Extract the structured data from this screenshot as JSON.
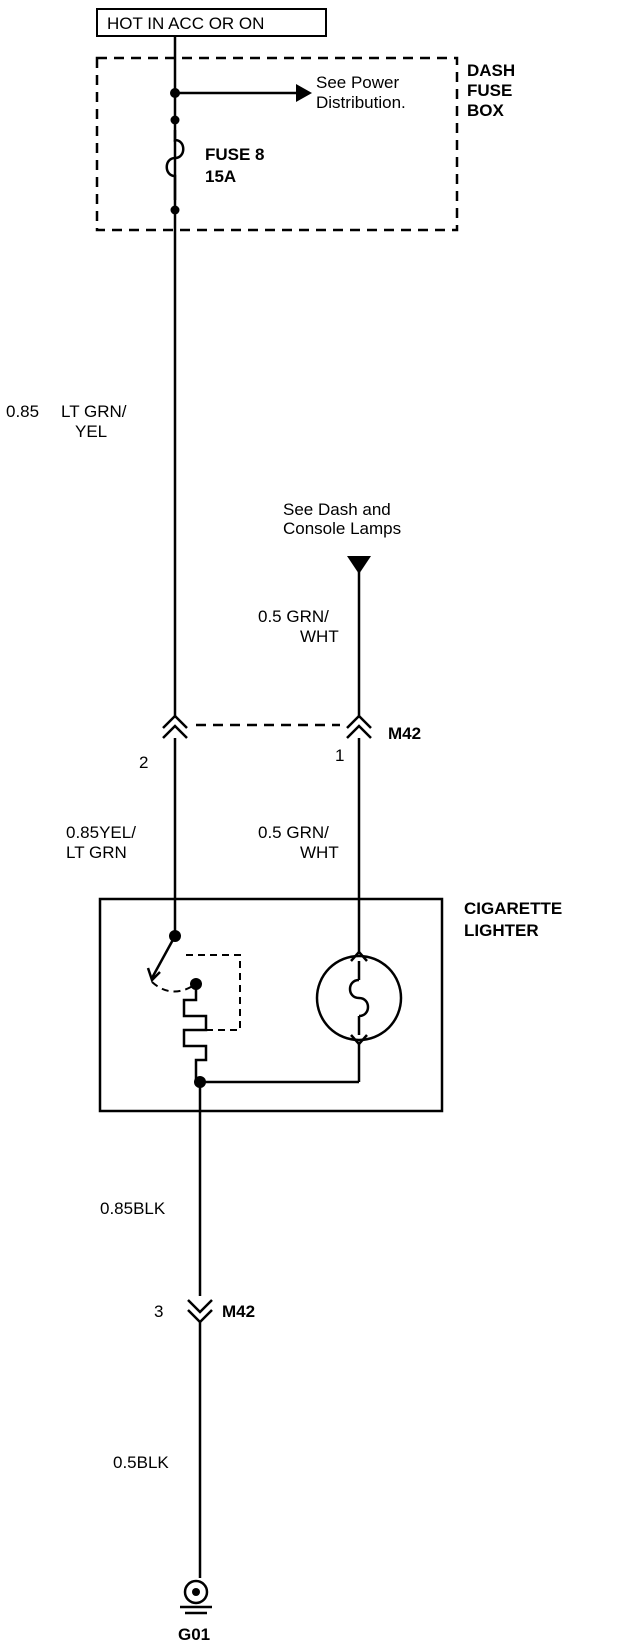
{
  "power_source": {
    "label": "HOT IN ACC OR ON"
  },
  "fuse_box": {
    "name_lines": [
      "DASH",
      "FUSE",
      "BOX"
    ],
    "power_ref_lines": [
      "See Power",
      "Distribution."
    ],
    "fuse_name": "FUSE 8",
    "fuse_rating": "15A"
  },
  "wires": {
    "main_supply": {
      "size": "0.85",
      "color_lines": [
        "LT GRN/",
        "YEL"
      ]
    },
    "lamp_supply": {
      "lines": [
        "0.5 GRN/",
        "WHT"
      ]
    },
    "lighter_feed": {
      "lines": [
        "0.85YEL/",
        "LT GRN"
      ]
    },
    "lamp_feed": {
      "lines": [
        "0.5 GRN/",
        "WHT"
      ]
    },
    "ground_upper": {
      "label": "0.85BLK"
    },
    "ground_lower": {
      "label": "0.5BLK"
    }
  },
  "references": {
    "dash_lamps_lines": [
      "See Dash and",
      "Console Lamps"
    ]
  },
  "connectors": {
    "upper": {
      "name": "M42",
      "pin_left": "2",
      "pin_right": "1"
    },
    "lower": {
      "name": "M42",
      "pin": "3"
    }
  },
  "component": {
    "name_lines": [
      "CIGARETTE",
      "LIGHTER"
    ]
  },
  "ground": {
    "label": "G01"
  }
}
